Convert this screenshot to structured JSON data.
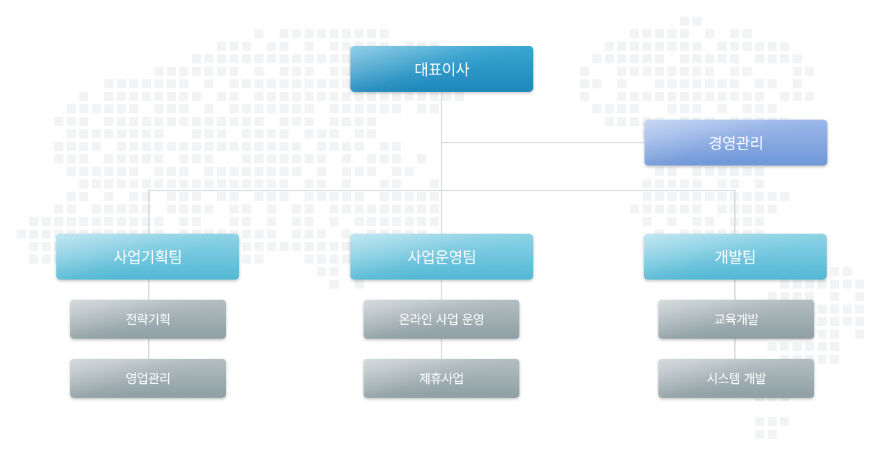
{
  "org": {
    "ceo": "대표이사",
    "management": "경영관리",
    "teams": [
      {
        "name": "사업기획팀",
        "units": [
          "전략기획",
          "영업관리"
        ]
      },
      {
        "name": "사업운영팀",
        "units": [
          "온라인 사업 운영",
          "제휴사업"
        ]
      },
      {
        "name": "개발팀",
        "units": [
          "교육개발",
          "시스템 개발"
        ]
      }
    ]
  },
  "colors": {
    "ceo": "#1e88bb",
    "management": "#7097d8",
    "team": "#52b8d4",
    "unit": "#8f9fa4",
    "connector": "#d8dde0",
    "map_dots": "#f1f3f4"
  }
}
